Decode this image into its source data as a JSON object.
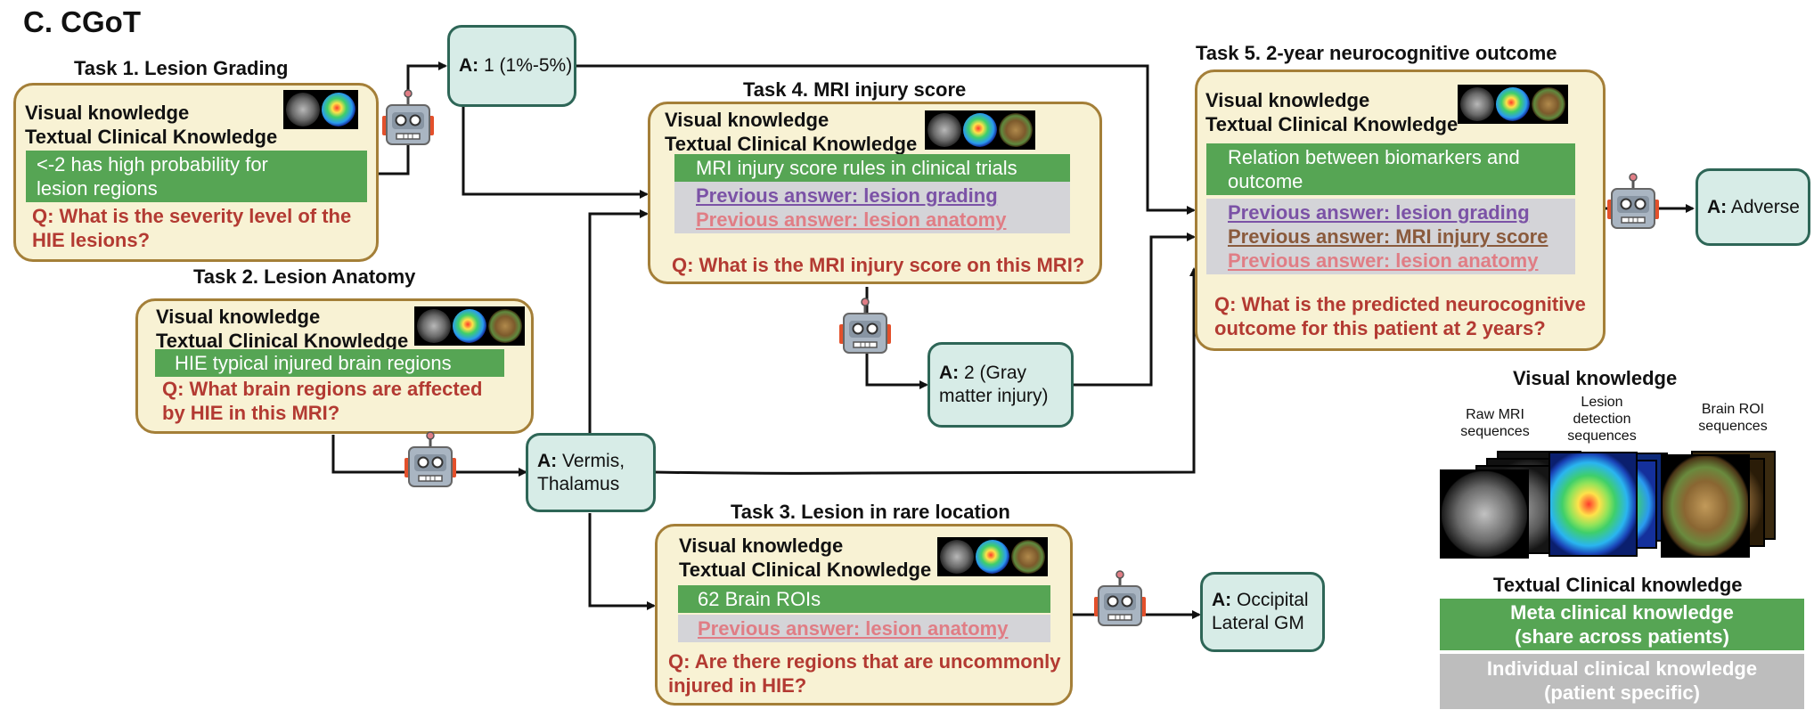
{
  "figure_title": "C. CGoT",
  "tasks": {
    "t1": {
      "title": "Task 1. Lesion Grading",
      "visual": "Visual knowledge",
      "textual": "Textual Clinical Knowledge",
      "meta": [
        "<-2 has high probability for",
        "lesion regions"
      ],
      "question": [
        "Q: What is the severity level of the",
        "HIE lesions?"
      ]
    },
    "t2": {
      "title": "Task 2. Lesion Anatomy",
      "visual": "Visual knowledge",
      "textual": "Textual Clinical Knowledge",
      "meta": "HIE typical injured brain regions",
      "question": [
        "Q: What brain regions are affected",
        "by HIE in this MRI?"
      ]
    },
    "t3": {
      "title": "Task 3. Lesion in rare location",
      "visual": "Visual knowledge",
      "textual": "Textual Clinical Knowledge",
      "meta": "62 Brain ROIs",
      "prev": [
        "Previous answer: lesion anatomy"
      ],
      "question": [
        "Q: Are there regions that are uncommonly",
        "injured in HIE?"
      ]
    },
    "t4": {
      "title": "Task 4. MRI injury score",
      "visual": "Visual knowledge",
      "textual": "Textual Clinical Knowledge",
      "meta": "MRI injury score rules in clinical trials",
      "prev": [
        "Previous answer: lesion grading",
        "Previous answer: lesion anatomy"
      ],
      "question": "Q:  What is the MRI injury score on this MRI?"
    },
    "t5": {
      "title": "Task 5. 2-year neurocognitive outcome",
      "visual": "Visual knowledge",
      "textual": "Textual Clinical Knowledge",
      "meta": [
        "Relation between biomarkers and",
        "outcome"
      ],
      "prev": [
        "Previous answer: lesion grading",
        "Previous answer: MRI injury score",
        "Previous answer: lesion anatomy"
      ],
      "question": [
        "Q: What is the predicted neurocognitive",
        "outcome for this patient at 2 years?"
      ]
    }
  },
  "answers": {
    "a1": {
      "prefix": "A:",
      "lines": [
        "1 (1%-5%)"
      ]
    },
    "a2": {
      "prefix": "A:",
      "lines": [
        "Vermis,",
        "Thalamus"
      ]
    },
    "a3": {
      "prefix": "A:",
      "lines": [
        "Occipital",
        "Lateral GM"
      ]
    },
    "a4": {
      "prefix": "A:",
      "lines": [
        "2 (Gray",
        "matter injury)"
      ]
    },
    "a5": {
      "prefix": "A:",
      "lines": [
        "Adverse"
      ]
    }
  },
  "legend": {
    "visual_title": "Visual knowledge",
    "raw": [
      "Raw MRI",
      "sequences"
    ],
    "lesion": [
      "Lesion",
      "detection",
      "sequences"
    ],
    "roi": [
      "Brain ROI",
      "sequences"
    ],
    "textual_title": "Textual Clinical knowledge",
    "meta": [
      "Meta clinical knowledge",
      "(share across patients)"
    ],
    "individual": [
      "Individual clinical knowledge",
      "(patient specific)"
    ]
  },
  "icons": {
    "agent": "robot-icon",
    "images": [
      "raw-mri-thumbnail",
      "lesion-detection-thumbnail",
      "brain-roi-thumbnail"
    ]
  },
  "colors": {
    "task_fill": "#f8f2d4",
    "task_border": "#a47f38",
    "answer_fill": "#d7ece7",
    "answer_border": "#2e6657",
    "meta_green": "#56a554",
    "individual_gray": "#d4d4d8",
    "question_red": "#b33a32",
    "prev_grading": "#7b52a6",
    "prev_injury": "#8a5a3c",
    "prev_anatomy": "#e07d85"
  }
}
